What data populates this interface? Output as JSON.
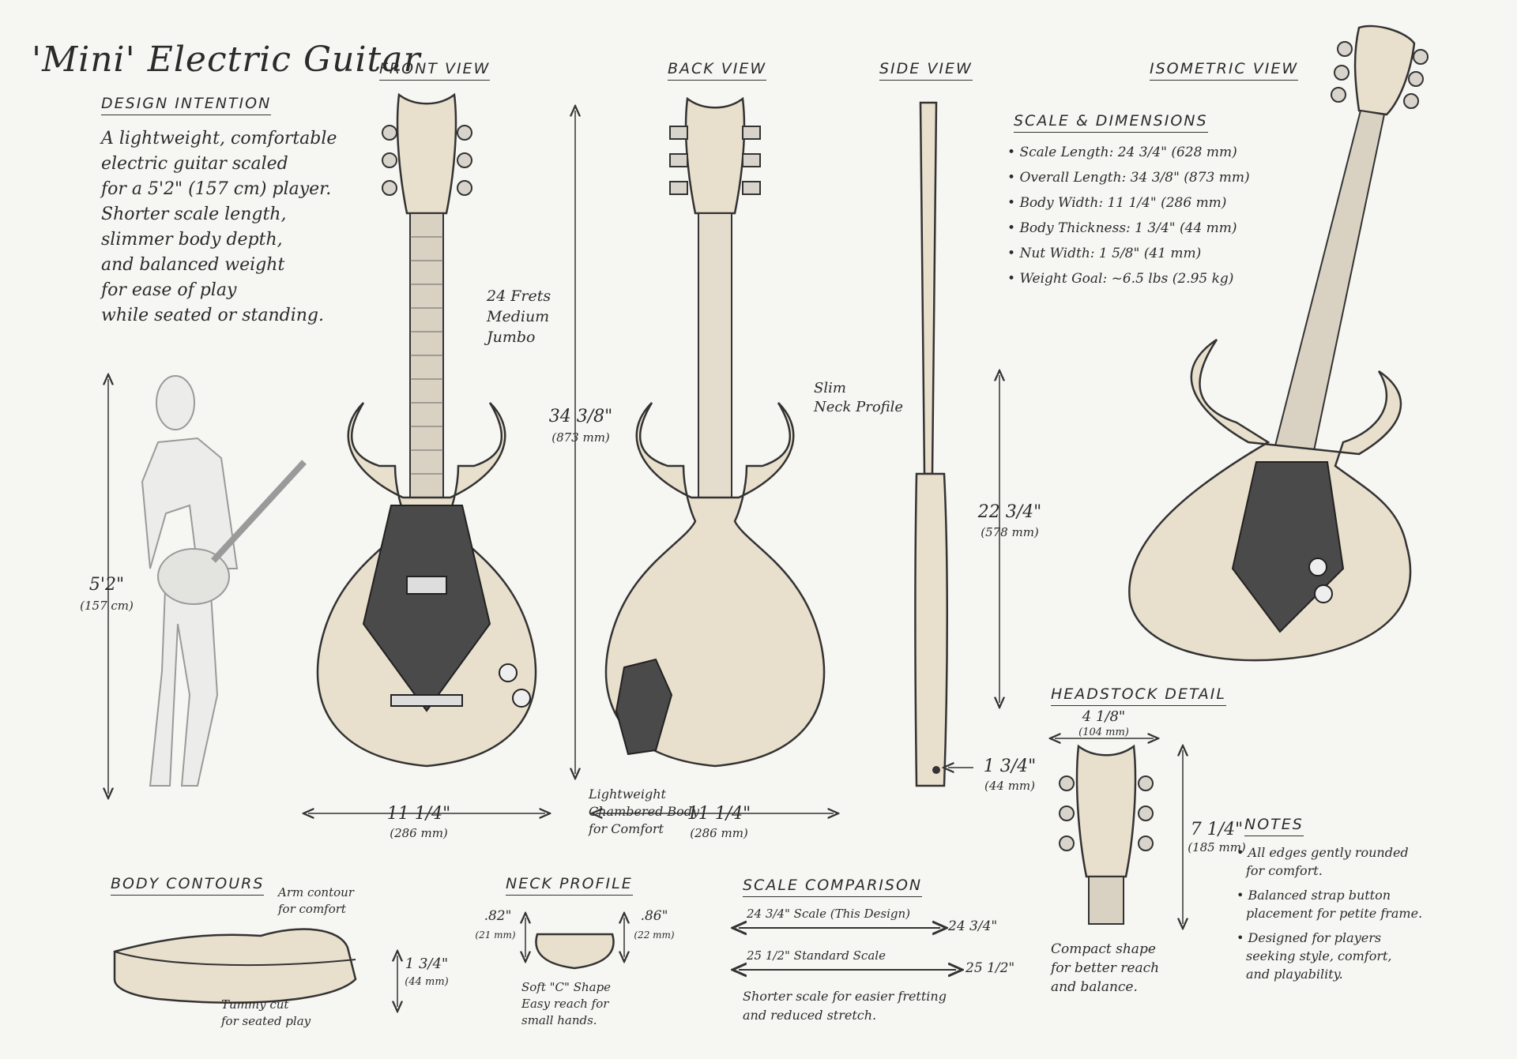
{
  "title": "'Mini' Electric Guitar",
  "design": {
    "heading": "Design Intention",
    "text": "A lightweight, comfortable\nelectric guitar scaled\nfor a 5'2\" (157 cm) player.\nShorter scale length,\nslimmer body depth,\nand balanced weight\nfor ease of play\nwhile seated or standing."
  },
  "views": {
    "front": "Front View",
    "back": "Back View",
    "side": "Side View",
    "isometric": "Isometric View"
  },
  "specs": {
    "heading": "Scale & Dimensions",
    "items": [
      "Scale Length: 24 3/4\" (628 mm)",
      "Overall Length: 34 3/8\" (873 mm)",
      "Body Width: 11 1/4\" (286 mm)",
      "Body Thickness: 1 3/4\" (44 mm)",
      "Nut Width: 1 5/8\" (41 mm)",
      "Weight Goal: ~6.5 lbs (2.95 kg)"
    ]
  },
  "annotations": {
    "frets": "24 Frets\nMedium\nJumbo",
    "neck_profile_note": "Slim\nNeck Profile",
    "chambered": "Lightweight\nChambered Body\nfor Comfort"
  },
  "dimensions": {
    "player_height": "5'2\"",
    "player_height_mm": "(157 cm)",
    "overall_length": "34 3/8\"",
    "overall_length_mm": "(873 mm)",
    "front_width": "11 1/4\"",
    "front_width_mm": "(286 mm)",
    "back_width": "11 1/4\"",
    "back_width_mm": "(286 mm)",
    "side_length": "22 3/4\"",
    "side_length_mm": "(578 mm)",
    "side_thickness": "1 3/4\"",
    "side_thickness_mm": "(44 mm)"
  },
  "headstock": {
    "heading": "Headstock Detail",
    "width": "4 1/8\"",
    "width_mm": "(104 mm)",
    "height": "7 1/4\"",
    "height_mm": "(185 mm)",
    "caption": "Compact shape\nfor better reach\nand balance."
  },
  "notes": {
    "heading": "Notes",
    "items": [
      "All edges gently rounded\nfor comfort.",
      "Balanced strap button\nplacement for petite frame.",
      "Designed for players\nseeking style, comfort,\nand playability."
    ]
  },
  "body_contours": {
    "heading": "Body Contours",
    "arm": "Arm contour\nfor comfort",
    "thickness": "1 3/4\"",
    "thickness_mm": "(44 mm)",
    "tummy": "Tummy cut\nfor seated play"
  },
  "neck_profile": {
    "heading": "Neck Profile",
    "left": ".82\"",
    "left_mm": "(21 mm)",
    "right": ".86\"",
    "right_mm": "(22 mm)",
    "caption": "Soft \"C\" Shape\nEasy reach for\nsmall hands."
  },
  "scale_comparison": {
    "heading": "Scale Comparison",
    "rows": [
      {
        "label": "24 3/4\" Scale (This Design)",
        "value": "24 3/4\""
      },
      {
        "label": "25 1/2\" Standard Scale",
        "value": "25 1/2\""
      }
    ],
    "caption": "Shorter scale for easier fretting\nand reduced stretch."
  },
  "colors": {
    "ink": "#2b2b2b",
    "wood": "#e9dfcd",
    "guard": "#4a4a4a",
    "paper": "#f6f6f3"
  }
}
